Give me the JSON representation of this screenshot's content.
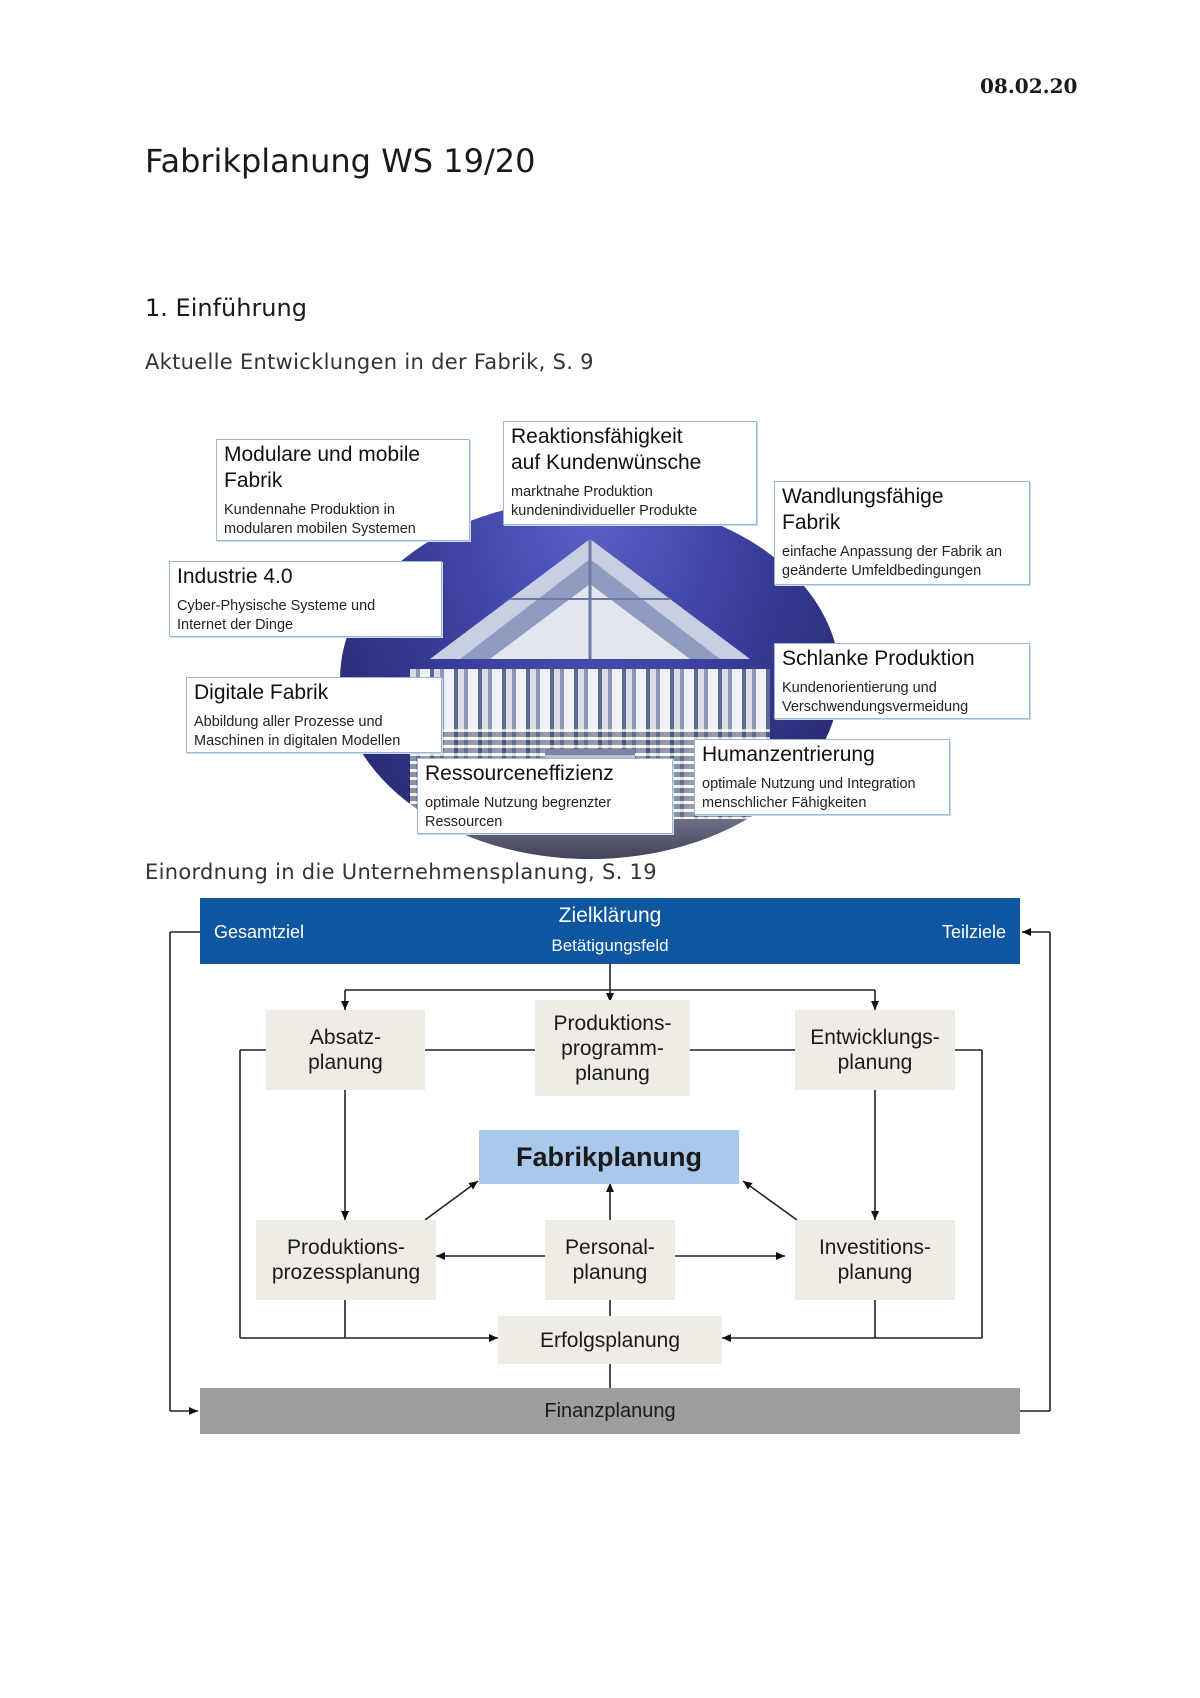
{
  "header": {
    "date": "08.02.20"
  },
  "document": {
    "title": "Fabrikplanung WS 19/20",
    "section": "1. Einführung",
    "caption1": "Aktuelle Entwicklungen in der Fabrik, S. 9",
    "caption2": "Einordnung in die Unternehmensplanung, S. 19"
  },
  "figure1": {
    "cards": [
      {
        "title": "Modulare und mobile\nFabrik",
        "text": "Kundennahe Produktion in\nmodularen mobilen Systemen"
      },
      {
        "title": "Reaktionsfähigkeit\nauf Kundenwünsche",
        "text": "marktnahe Produktion\nkundenindividueller Produkte"
      },
      {
        "title": "Wandlungsfähige\nFabrik",
        "text": "einfache Anpassung der Fabrik an\ngeänderte Umfeldbedingungen"
      },
      {
        "title": "Industrie 4.0",
        "text": "Cyber-Physische Systeme und\nInternet der Dinge"
      },
      {
        "title": "Schlanke Produktion",
        "text": "Kundenorientierung und\nVerschwendungsvermeidung"
      },
      {
        "title": "Digitale Fabrik",
        "text": "Abbildung aller Prozesse und\nMaschinen in digitalen Modellen"
      },
      {
        "title": "Humanzentrierung",
        "text": "optimale Nutzung und Integration\nmenschlicher Fähigkeiten"
      },
      {
        "title": "Ressourceneffizienz",
        "text": "optimale Nutzung begrenzter\nRessourcen"
      }
    ]
  },
  "figure2": {
    "top_left": "Gesamtziel",
    "top_center": "Zielklärung",
    "top_center_sub": "Betätigungsfeld",
    "top_right": "Teilziele",
    "absatz": "Absatz-\nplanung",
    "produktionsprogramm": "Produktions-\nprogramm-\nplanung",
    "entwicklung": "Entwicklungs-\nplanung",
    "fabrikplanung": "Fabrikplanung",
    "produktionsprozess": "Produktions-\nprozessplanung",
    "personal": "Personal-\nplanung",
    "investition": "Investitions-\nplanung",
    "erfolg": "Erfolgsplanung",
    "finanz": "Finanzplanung",
    "colors": {
      "topbar": "#0e56a0",
      "box": "#eeece4",
      "fabrik": "#a8c9ec",
      "finanz": "#9e9e9e"
    }
  }
}
